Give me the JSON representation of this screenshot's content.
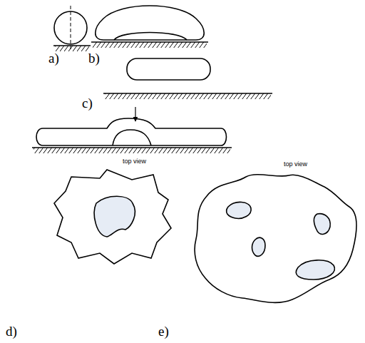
{
  "diagram": {
    "labels": [
      "a)",
      "b)",
      "c)",
      "top view",
      "d)",
      "top view",
      "e)"
    ]
  }
}
